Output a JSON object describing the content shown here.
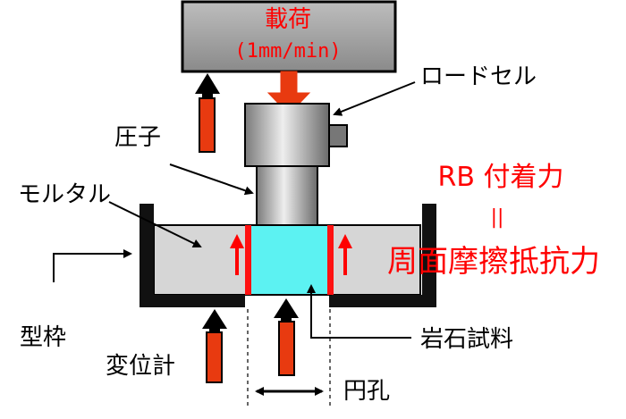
{
  "load": {
    "title": "載荷",
    "rate": "(1mm/min)"
  },
  "labels": {
    "load_cell": "ロードセル",
    "indenter": "圧子",
    "mortar": "モルタル",
    "mold": "型枠",
    "displacement_gauge": "変位計",
    "rock_sample": "岩石試料",
    "circular_hole": "円孔"
  },
  "relation": {
    "top": "RB 付着力",
    "equals": "||",
    "bottom": "周面摩擦抵抗力"
  },
  "colors": {
    "accent_red": "#ff0000",
    "arrow_orange": "#e83a10",
    "mortar_gray": "#d6d6d6",
    "sample_cyan": "#5cf2f2",
    "mold_black": "#111111"
  }
}
